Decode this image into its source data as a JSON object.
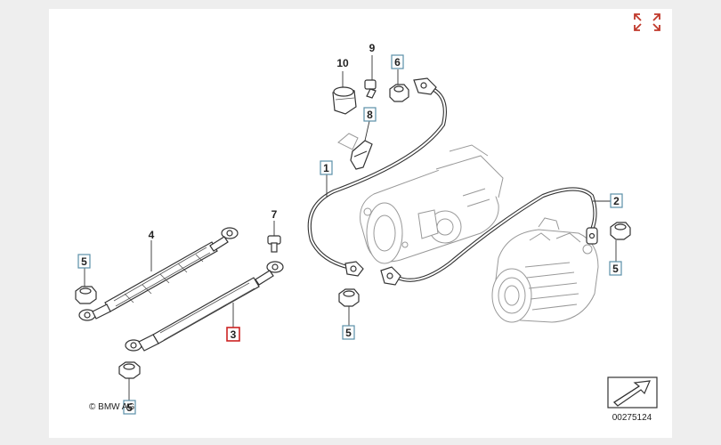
{
  "callouts": {
    "c1": "1",
    "c2": "2",
    "c3": "3",
    "c4": "4",
    "c5a": "5",
    "c5b": "5",
    "c5c": "5",
    "c5d": "5",
    "c6": "6",
    "c7": "7",
    "c8": "8",
    "c9": "9",
    "c10": "10"
  },
  "copyright": "© BMW AG",
  "diagram_number": "00275124",
  "icons": {
    "expand": "expand-icon",
    "nav_arrow": "arrow-icon"
  },
  "colors": {
    "highlight_box": "#cc2222",
    "callout_box": "#5b8fa8",
    "expand_icon": "#c0392b"
  }
}
